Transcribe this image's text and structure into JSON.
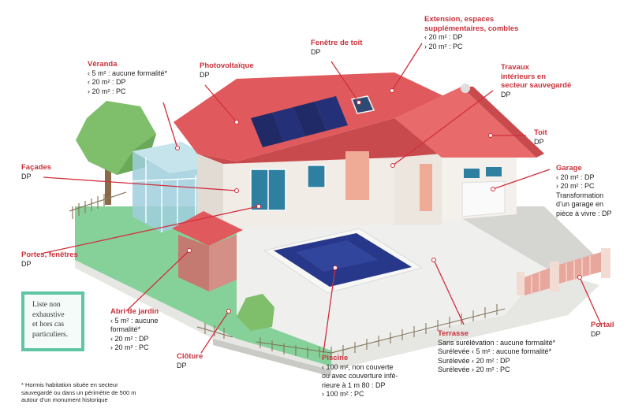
{
  "labels": {
    "veranda": {
      "title": "Véranda",
      "lines": [
        "‹ 5 m² : aucune formalité*",
        "‹ 20 m² : DP",
        "› 20 m² : PC"
      ]
    },
    "photovoltaique": {
      "title": "Photovoltaïque",
      "lines": [
        "DP"
      ]
    },
    "fenetre_toit": {
      "title": "Fenêtre de toit",
      "lines": [
        "DP"
      ]
    },
    "extension": {
      "title": [
        "Extension, espaces",
        "supplémentaires, combles"
      ],
      "lines": [
        "‹ 20 m² : DP",
        "› 20 m² : PC"
      ]
    },
    "travaux": {
      "title": [
        "Travaux",
        "intérieurs en",
        "secteur sauvegardé"
      ],
      "lines": [
        "DP"
      ]
    },
    "toit": {
      "title": "Toit",
      "lines": [
        "DP"
      ]
    },
    "garage": {
      "title": "Garage",
      "lines": [
        "‹ 20 m² : DP",
        "› 20 m² : PC",
        "Transformation",
        "d’un garage en",
        "pièce à vivre : DP"
      ]
    },
    "facades": {
      "title": "Façades",
      "lines": [
        "DP"
      ]
    },
    "portes": {
      "title": "Portes, fenêtres",
      "lines": [
        "DP"
      ]
    },
    "abri": {
      "title": "Abri de jardin",
      "lines": [
        "‹ 5 m² : aucune",
        "formalité*",
        "‹ 20 m² : DP",
        "› 20 m² : PC"
      ]
    },
    "cloture": {
      "title": "Clôture",
      "lines": [
        "DP"
      ]
    },
    "piscine": {
      "title": "Piscine",
      "lines": [
        "‹ 100 m², non couverte",
        "ou avec couverture infé-",
        "rieure à 1 m 80 : DP",
        "› 100 m² : PC"
      ]
    },
    "terrasse": {
      "title": "Terrasse",
      "lines": [
        "Sans surélévation : aucune formalité*",
        "Surélevée ‹ 5 m² : aucune formalité*",
        "Surélevée ‹ 20 m² : DP",
        "Surélevée › 20 m² : PC"
      ]
    },
    "portail": {
      "title": "Portail",
      "lines": [
        "DP"
      ]
    }
  },
  "note": {
    "lines": [
      "Liste non",
      "exhaustive",
      "et hors cas",
      "particuliers."
    ]
  },
  "footnote": {
    "lines": [
      "* Hormis habitation située en secteur",
      "sauvegardé ou dans un périmètre de 500 m",
      "autour d’un monument historique"
    ]
  },
  "colors": {
    "accent_red": "#c8313a",
    "roof": "#e05a5d",
    "wall": "#f1ece6",
    "lawn": "#86d19a",
    "pool": "#27378a",
    "note_border": "#5fc5a4",
    "leader_line": "#d12f3c"
  }
}
